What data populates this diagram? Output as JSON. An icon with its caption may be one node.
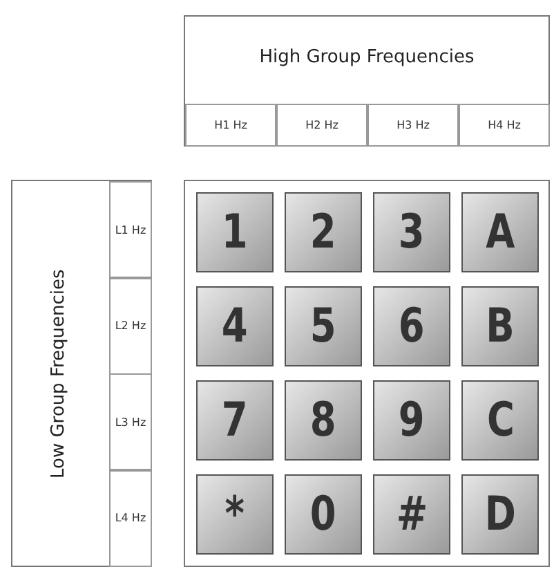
{
  "diagram": {
    "nodes": [
      {
        "text": [
          "High Group Frequencies"
        ]
      },
      {
        "text": [
          "H1 Hz"
        ],
        "in": 0
      },
      {
        "text": [
          "H2 Hz"
        ],
        "in": 0
      },
      {
        "text": [
          "H3 Hz"
        ],
        "in": 0
      },
      {
        "text": [
          "H4 Hz"
        ],
        "in": 0
      },
      {
        "text": [
          "Low Group Frequencies"
        ]
      },
      {
        "text": [
          "L1 Hz"
        ],
        "in": 5
      },
      {
        "text": [
          "L2 Hz"
        ],
        "in": 5
      },
      {
        "text": [
          "L3 Hz"
        ],
        "in": 5
      },
      {
        "text": [
          "L4 Hz"
        ],
        "in": 5
      },
      {
        "text": [],
        "shape": "box"
      },
      {
        "text": [
          "1"
        ],
        "in": 10
      },
      {
        "text": [
          "2"
        ],
        "in": 10
      },
      {
        "text": [
          "3"
        ],
        "in": 10
      },
      {
        "text": [
          "A"
        ],
        "in": 10
      },
      {
        "text": [
          "4"
        ],
        "in": 10
      },
      {
        "text": [
          "5"
        ],
        "in": 10
      },
      {
        "text": [
          "6"
        ],
        "in": 10
      },
      {
        "text": [
          "B"
        ],
        "in": 10
      },
      {
        "text": [
          "7"
        ],
        "in": 10
      },
      {
        "text": [
          "8"
        ],
        "in": 10
      },
      {
        "text": [
          "9"
        ],
        "in": 10
      },
      {
        "text": [
          "C"
        ],
        "in": 10
      },
      {
        "text": [
          "*"
        ],
        "in": 10
      },
      {
        "text": [
          "0"
        ],
        "in": 10
      },
      {
        "text": [
          "#"
        ],
        "in": 10
      },
      {
        "text": [
          "D"
        ],
        "in": 10
      }
    ],
    "edges": []
  }
}
